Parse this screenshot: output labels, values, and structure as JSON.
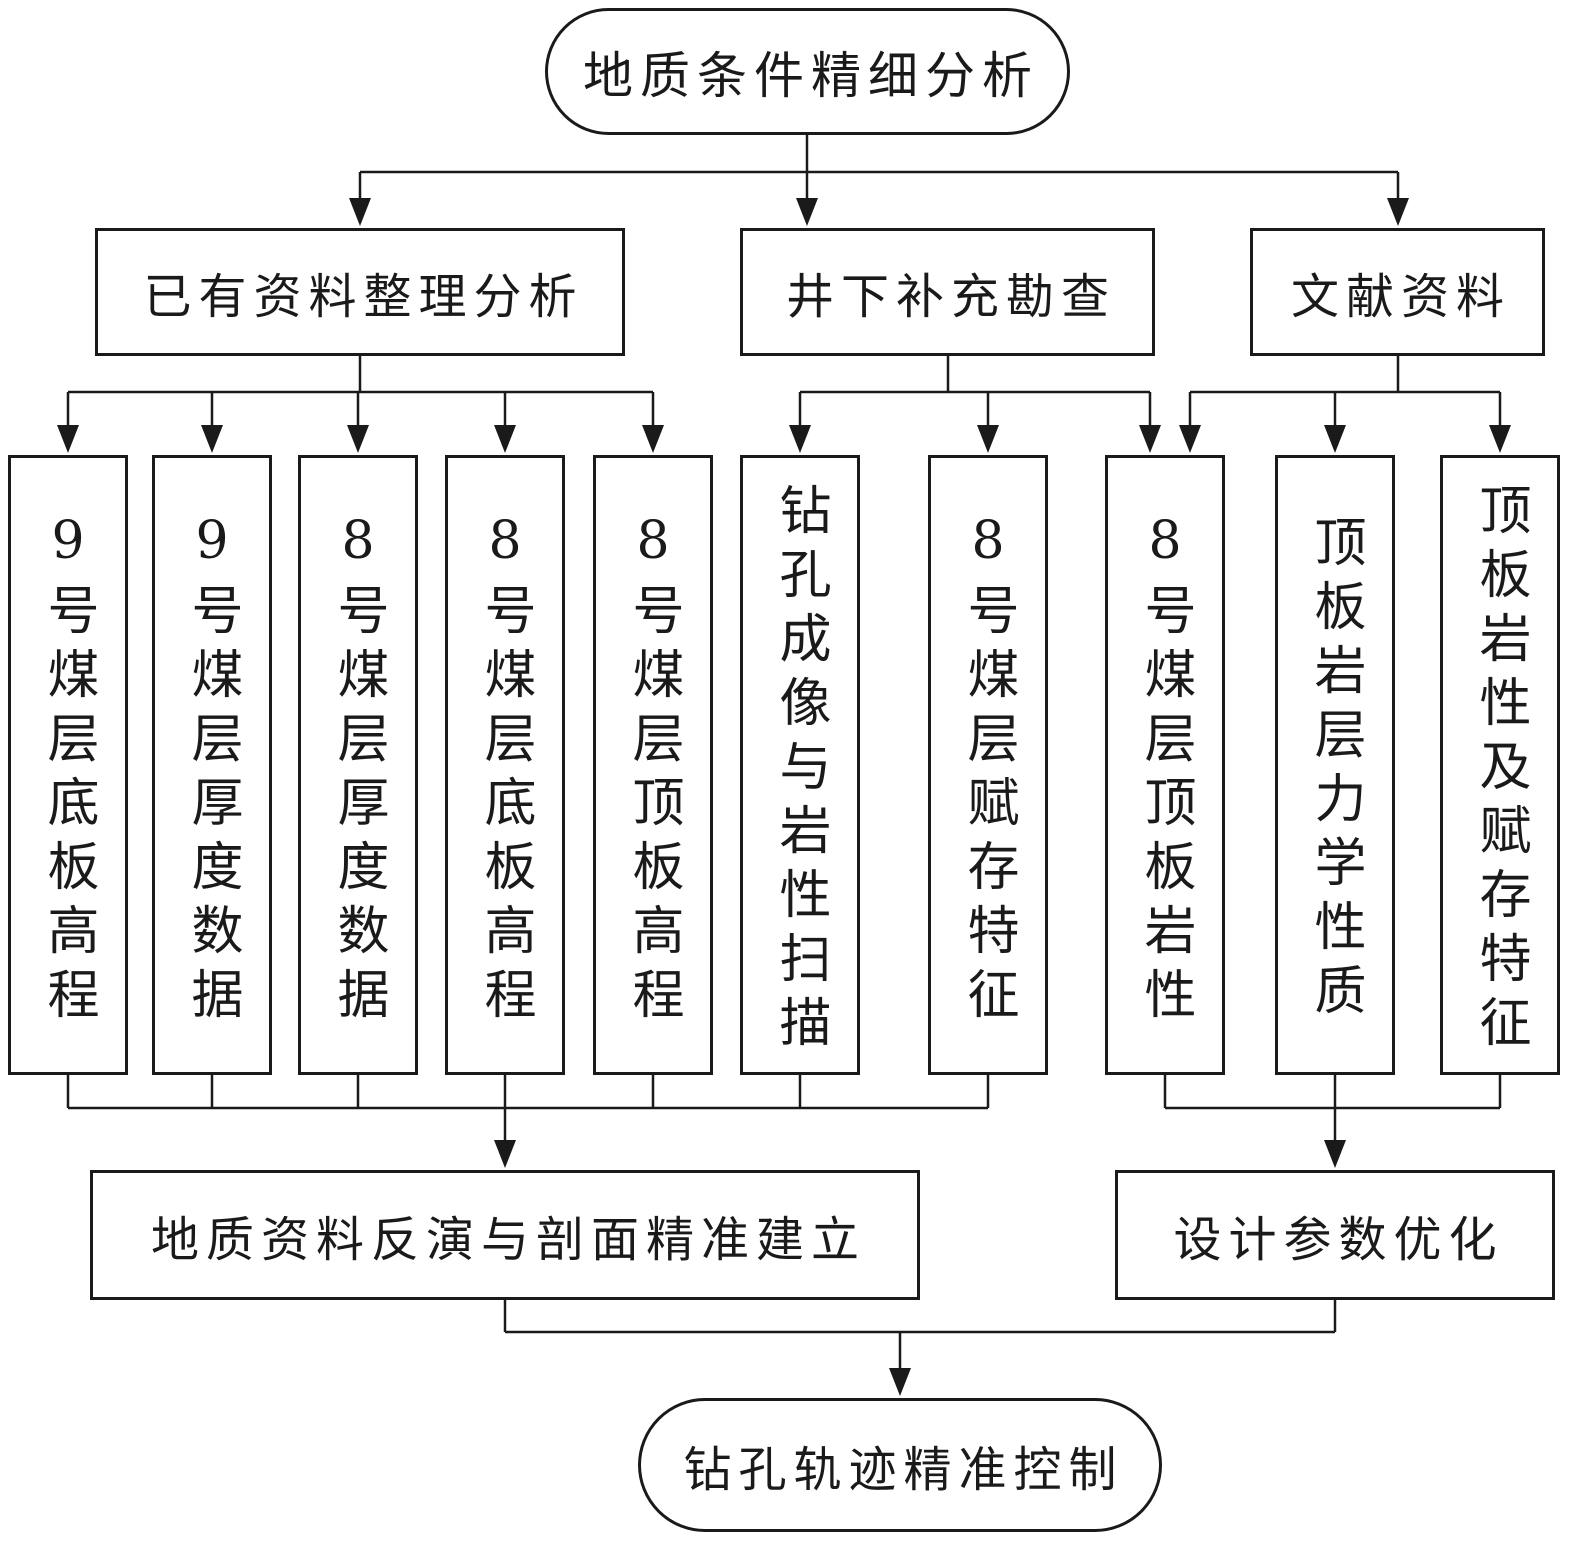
{
  "diagram": {
    "root": "地质条件精细分析",
    "branches": [
      {
        "label": "已有资料整理分析"
      },
      {
        "label": "井下补充勘查"
      },
      {
        "label": "文献资料"
      }
    ],
    "columns": [
      "9号煤层底板高程",
      "9号煤层厚度数据",
      "8号煤层厚度数据",
      "8号煤层底板高程",
      "8号煤层顶板高程",
      "钻孔成像与岩性扫描",
      "8号煤层赋存特征",
      "8号煤层顶板岩性",
      "顶板岩层力学性质",
      "顶板岩性及赋存特征"
    ],
    "merge_left": "地质资料反演与剖面精准建立",
    "merge_right": "设计参数优化",
    "final": "钻孔轨迹精准控制"
  },
  "colors": {
    "line": "#1a1a1a",
    "background": "#ffffff"
  }
}
